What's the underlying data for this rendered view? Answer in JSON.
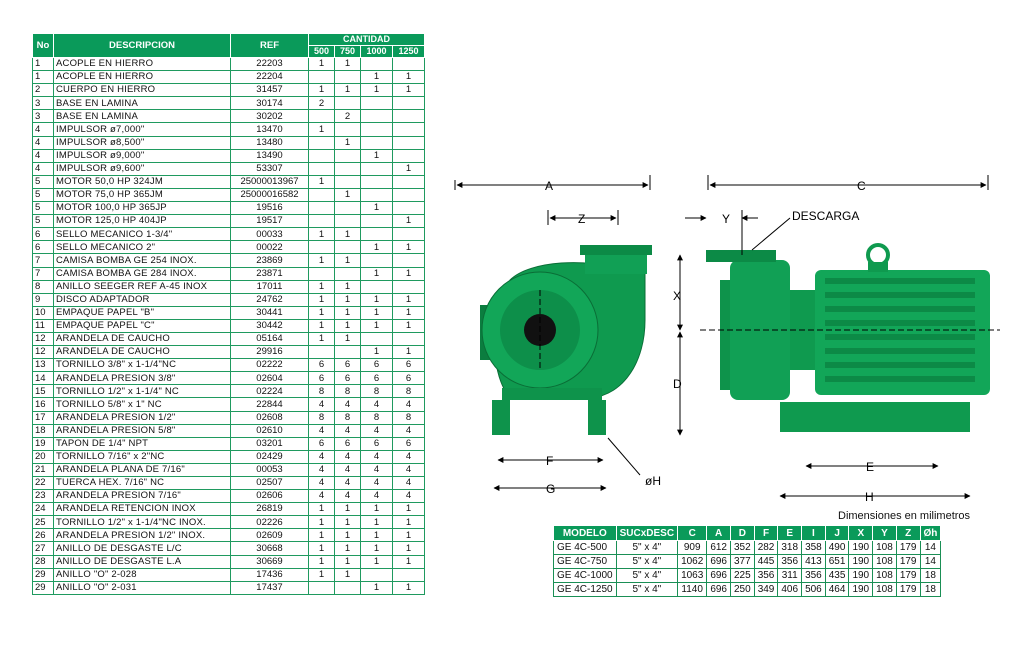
{
  "parts_table": {
    "headers": {
      "no": "No",
      "desc": "DESCRIPCION",
      "ref": "REF",
      "qty": "CANTIDAD"
    },
    "qty_cols": [
      "500",
      "750",
      "1000",
      "1250"
    ],
    "rows": [
      [
        "1",
        "ACOPLE EN HIERRO",
        "22203",
        "1",
        "1",
        "",
        ""
      ],
      [
        "1",
        "ACOPLE EN HIERRO",
        "22204",
        "",
        "",
        "1",
        "1"
      ],
      [
        "2",
        "CUERPO EN HIERRO",
        "31457",
        "1",
        "1",
        "1",
        "1"
      ],
      [
        "3",
        "BASE EN LAMINA",
        "30174",
        "2",
        "",
        "",
        ""
      ],
      [
        "3",
        "BASE EN LAMINA",
        "30202",
        "",
        "2",
        "",
        ""
      ],
      [
        "4",
        "IMPULSOR  ø7,000\"",
        "13470",
        "1",
        "",
        "",
        ""
      ],
      [
        "4",
        "IMPULSOR  ø8,500\"",
        "13480",
        "",
        "1",
        "",
        ""
      ],
      [
        "4",
        "IMPULSOR  ø9,000\"",
        "13490",
        "",
        "",
        "1",
        ""
      ],
      [
        "4",
        "IMPULSOR  ø9,600\"",
        "53307",
        "",
        "",
        "",
        "1"
      ],
      [
        "5",
        "MOTOR 50,0 HP 324JM",
        "25000013967",
        "1",
        "",
        "",
        ""
      ],
      [
        "5",
        "MOTOR 75,0 HP 365JM",
        "25000016582",
        "",
        "1",
        "",
        ""
      ],
      [
        "5",
        "MOTOR 100,0 HP 365JP",
        "19516",
        "",
        "",
        "1",
        ""
      ],
      [
        "5",
        "MOTOR 125,0 HP 404JP",
        "19517",
        "",
        "",
        "",
        "1"
      ],
      [
        "6",
        "SELLO MECANICO 1-3/4\"",
        "00033",
        "1",
        "1",
        "",
        ""
      ],
      [
        "6",
        "SELLO MECANICO 2\"",
        "00022",
        "",
        "",
        "1",
        "1"
      ],
      [
        "7",
        "CAMISA BOMBA GE 254 INOX.",
        "23869",
        "1",
        "1",
        "",
        ""
      ],
      [
        "7",
        "CAMISA BOMBA GE 284 INOX.",
        "23871",
        "",
        "",
        "1",
        "1"
      ],
      [
        "8",
        "ANILLO SEEGER REF A-45 INOX",
        "17011",
        "1",
        "1",
        "",
        ""
      ],
      [
        "9",
        "DISCO ADAPTADOR",
        "24762",
        "1",
        "1",
        "1",
        "1"
      ],
      [
        "10",
        "EMPAQUE PAPEL \"B\"",
        "30441",
        "1",
        "1",
        "1",
        "1"
      ],
      [
        "11",
        "EMPAQUE PAPEL \"C\"",
        "30442",
        "1",
        "1",
        "1",
        "1"
      ],
      [
        "12",
        "ARANDELA DE CAUCHO",
        "05164",
        "1",
        "1",
        "",
        ""
      ],
      [
        "12",
        "ARANDELA DE CAUCHO",
        "29916",
        "",
        "",
        "1",
        "1"
      ],
      [
        "13",
        "TORNILLO 3/8\" x 1-1/4\"NC",
        "02222",
        "6",
        "6",
        "6",
        "6"
      ],
      [
        "14",
        "ARANDELA PRESION 3/8\"",
        "02604",
        "6",
        "6",
        "6",
        "6"
      ],
      [
        "15",
        "TORNILLO 1/2\" x 1-1/4\" NC",
        "02224",
        "8",
        "8",
        "8",
        "8"
      ],
      [
        "16",
        "TORNILLO 5/8\" x 1\" NC",
        "22844",
        "4",
        "4",
        "4",
        "4"
      ],
      [
        "17",
        "ARANDELA PRESION 1/2\"",
        "02608",
        "8",
        "8",
        "8",
        "8"
      ],
      [
        "18",
        "ARANDELA PRESION 5/8\"",
        "02610",
        "4",
        "4",
        "4",
        "4"
      ],
      [
        "19",
        "TAPON DE 1/4\" NPT",
        "03201",
        "6",
        "6",
        "6",
        "6"
      ],
      [
        "20",
        "TORNILLO 7/16\" x 2\"NC",
        "02429",
        "4",
        "4",
        "4",
        "4"
      ],
      [
        "21",
        "ARANDELA PLANA DE 7/16\"",
        "00053",
        "4",
        "4",
        "4",
        "4"
      ],
      [
        "22",
        "TUERCA HEX. 7/16\" NC",
        "02507",
        "4",
        "4",
        "4",
        "4"
      ],
      [
        "23",
        "ARANDELA PRESION 7/16\"",
        "02606",
        "4",
        "4",
        "4",
        "4"
      ],
      [
        "24",
        "ARANDELA RETENCION INOX",
        "26819",
        "1",
        "1",
        "1",
        "1"
      ],
      [
        "25",
        "TORNILLO 1/2\" x 1-1/4\"NC INOX.",
        "02226",
        "1",
        "1",
        "1",
        "1"
      ],
      [
        "26",
        "ARANDELA PRESION 1/2\" INOX.",
        "02609",
        "1",
        "1",
        "1",
        "1"
      ],
      [
        "27",
        "ANILLO DE DESGASTE L/C",
        "30668",
        "1",
        "1",
        "1",
        "1"
      ],
      [
        "28",
        "ANILLO DE DESGASTE L.A",
        "30669",
        "1",
        "1",
        "1",
        "1"
      ],
      [
        "29",
        "ANILLO \"O\" 2-028",
        "17436",
        "1",
        "1",
        "",
        ""
      ],
      [
        "29",
        "ANILLO \"O\" 2-031",
        "17437",
        "",
        "",
        "1",
        "1"
      ]
    ]
  },
  "drawing": {
    "labels": {
      "A": "A",
      "C": "C",
      "Z": "Z",
      "Y": "Y",
      "X": "X",
      "D": "D",
      "F": "F",
      "G": "G",
      "E": "E",
      "H": "H",
      "oh": "øH",
      "descarga": "DESCARGA"
    },
    "pump_color": "#0f9a4f"
  },
  "dims": {
    "title": "Dimensiones en milimetros",
    "headers": [
      "MODELO",
      "SUCxDESC",
      "C",
      "A",
      "D",
      "F",
      "E",
      "I",
      "J",
      "X",
      "Y",
      "Z",
      "Øh"
    ],
    "rows": [
      [
        "GE 4C-500",
        "5\" x 4\"",
        "909",
        "612",
        "352",
        "282",
        "318",
        "358",
        "490",
        "190",
        "108",
        "179",
        "14"
      ],
      [
        "GE 4C-750",
        "5\" x 4\"",
        "1062",
        "696",
        "377",
        "445",
        "356",
        "413",
        "651",
        "190",
        "108",
        "179",
        "14"
      ],
      [
        "GE 4C-1000",
        "5\" x 4\"",
        "1063",
        "696",
        "225",
        "356",
        "311",
        "356",
        "435",
        "190",
        "108",
        "179",
        "18"
      ],
      [
        "GE 4C-1250",
        "5\" x 4\"",
        "1140",
        "696",
        "250",
        "349",
        "406",
        "506",
        "464",
        "190",
        "108",
        "179",
        "18"
      ]
    ]
  }
}
